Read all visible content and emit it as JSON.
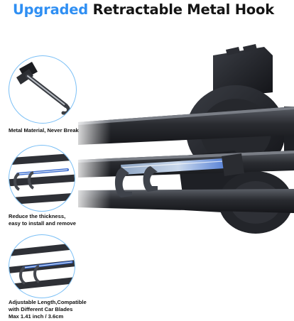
{
  "headline": {
    "highlight": "Upgraded",
    "rest": "Retractable Metal Hook"
  },
  "colors": {
    "accent": "#2f8ff3",
    "circle_border": "#7cc0f6",
    "metal_dark": "#1b1d22",
    "rail_grey": "#3a3d44"
  },
  "features": [
    {
      "caption_lines": [
        "Metal Material, Never Break"
      ]
    },
    {
      "caption_lines": [
        "Reduce the thickness,",
        "easy to install and remove"
      ]
    },
    {
      "caption_lines": [
        "Adjustable Length,Compatible",
        "with Different Car Blades",
        "Max 1.41 inch /  3.6cm"
      ]
    }
  ]
}
